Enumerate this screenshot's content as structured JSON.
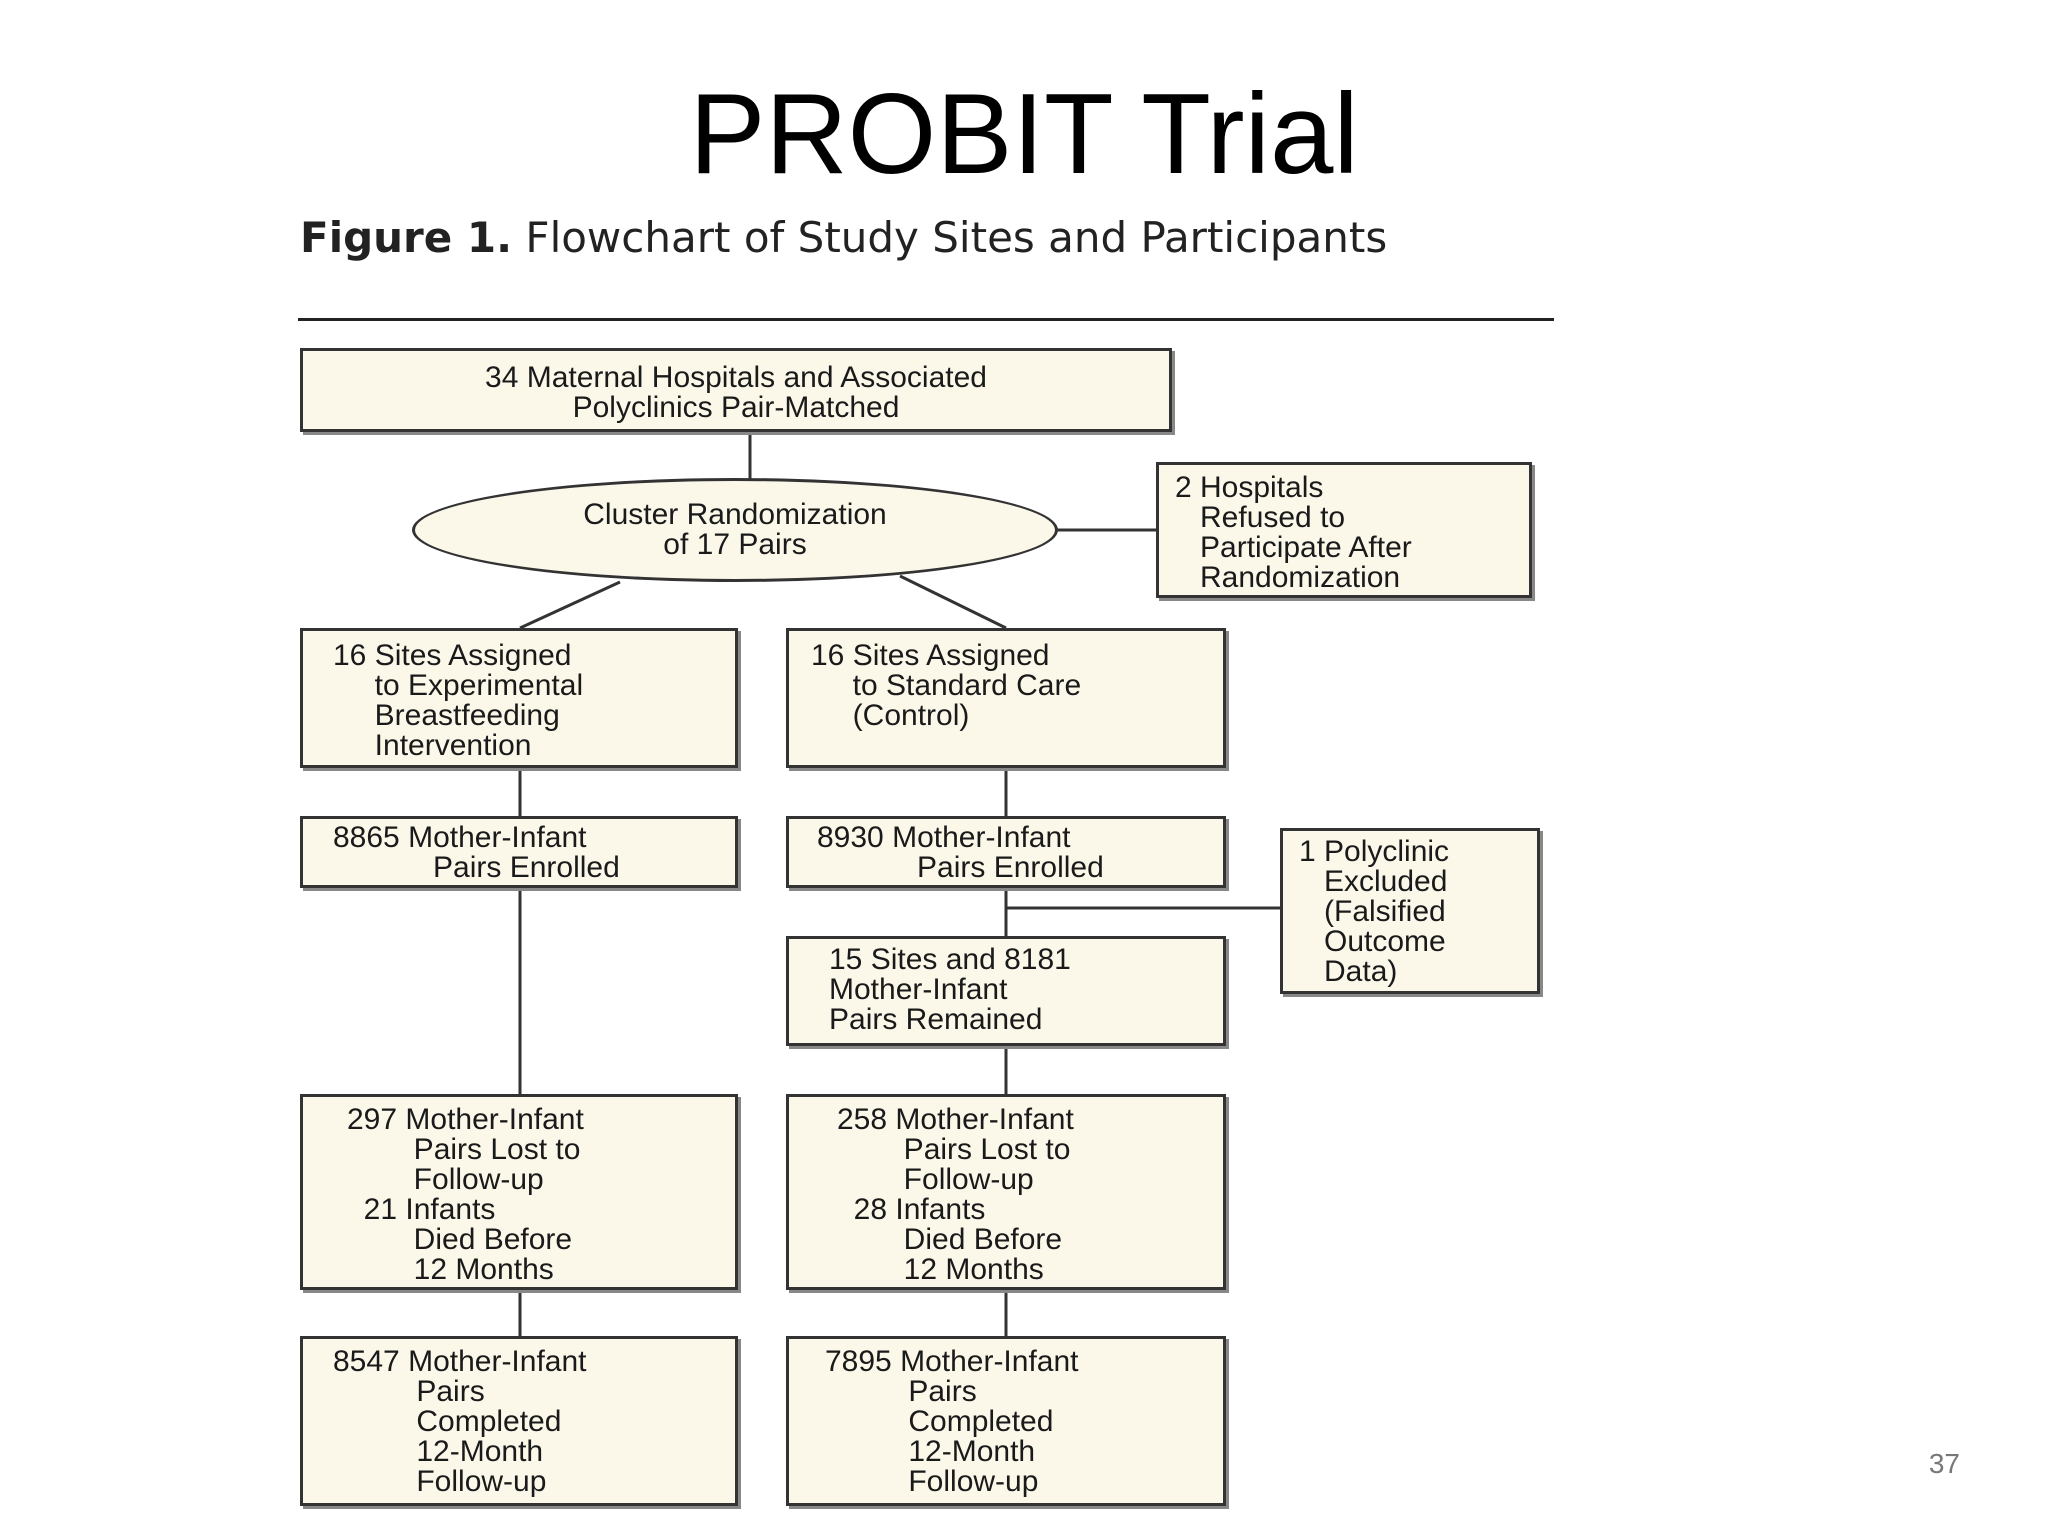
{
  "slide": {
    "title": "PROBIT Trial",
    "page_number": "37"
  },
  "figure": {
    "label": "Figure 1.",
    "caption": " Flowchart of Study Sites and Participants"
  },
  "flowchart": {
    "top": "34 Maternal Hospitals and Associated\nPolyclinics Pair-Matched",
    "randomization": "Cluster Randomization\nof 17 Pairs",
    "refused": "2 Hospitals\n   Refused to\n   Participate After\n   Randomization",
    "experimental": {
      "assigned": "16 Sites Assigned\n     to Experimental\n     Breastfeeding\n     Intervention",
      "enrolled": "8865 Mother-Infant\n            Pairs Enrolled",
      "lost": "297 Mother-Infant\n        Pairs Lost to\n        Follow-up\n  21 Infants\n        Died Before\n        12 Months",
      "completed": "8547 Mother-Infant\n          Pairs\n          Completed\n          12-Month\n          Follow-up"
    },
    "control": {
      "assigned": "16 Sites Assigned\n     to Standard Care\n     (Control)",
      "enrolled": "8930 Mother-Infant\n            Pairs Enrolled",
      "remained": "15 Sites and 8181\nMother-Infant\nPairs Remained",
      "lost": "258 Mother-Infant\n        Pairs Lost to\n        Follow-up\n  28 Infants\n        Died Before\n        12 Months",
      "completed": "7895 Mother-Infant\n          Pairs\n          Completed\n          12-Month\n          Follow-up"
    },
    "excluded": "1 Polyclinic\n   Excluded\n   (Falsified\n   Outcome\n   Data)"
  }
}
